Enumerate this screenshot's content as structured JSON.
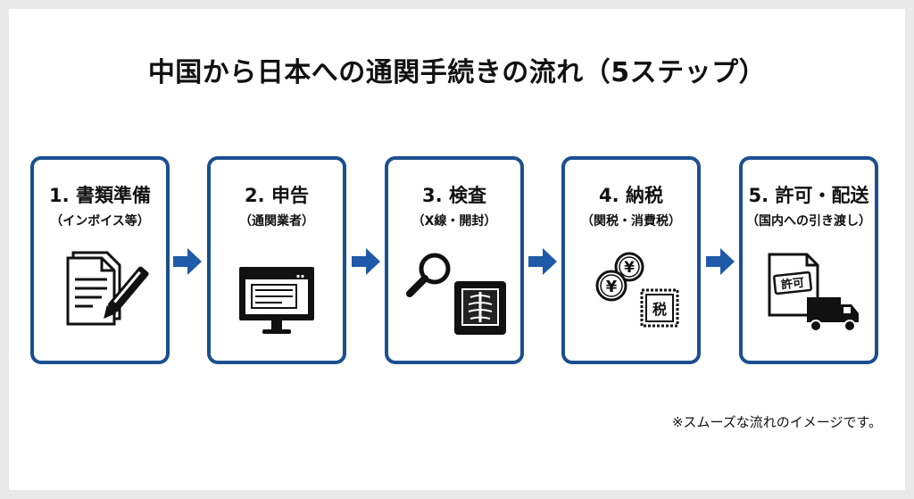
{
  "title": "中国から日本への通関手続きの流れ（5ステップ）",
  "steps": [
    {
      "label": "1. 書類準備",
      "sub": "（インボイス等）",
      "icon": "documents-pen-icon"
    },
    {
      "label": "2. 申告",
      "sub": "（通関業者）",
      "icon": "computer-monitor-icon"
    },
    {
      "label": "3. 検査",
      "sub": "（X線・開封）",
      "icon": "magnifier-xray-icon"
    },
    {
      "label": "4. 納税",
      "sub": "（関税・消費税）",
      "icon": "yen-coins-tax-stamp-icon"
    },
    {
      "label": "5. 許可・配送",
      "sub": "（国内への引き渡し）",
      "icon": "permit-truck-icon"
    }
  ],
  "icon_texts": {
    "tax_stamp": "税",
    "permit": "許可",
    "yen": "¥"
  },
  "note": "※スムーズな流れのイメージです。",
  "colors": {
    "border": "#1b4f8e",
    "arrow": "#1e5aa8",
    "icon": "#111111"
  }
}
